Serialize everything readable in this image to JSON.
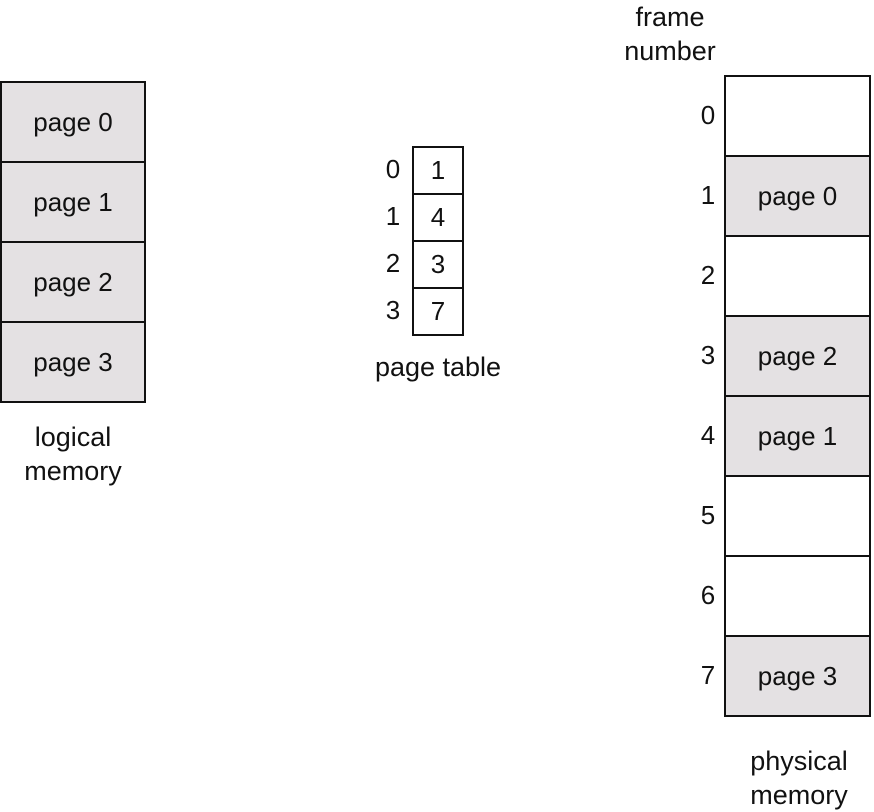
{
  "logical_memory": {
    "pages": [
      "page 0",
      "page 1",
      "page 2",
      "page 3"
    ],
    "caption_line1": "logical",
    "caption_line2": "memory"
  },
  "page_table": {
    "rows": [
      {
        "index": "0",
        "frame": "1"
      },
      {
        "index": "1",
        "frame": "4"
      },
      {
        "index": "2",
        "frame": "3"
      },
      {
        "index": "3",
        "frame": "7"
      }
    ],
    "caption": "page table"
  },
  "physical_memory": {
    "frame_header_line1": "frame",
    "frame_header_line2": "number",
    "frames": [
      {
        "number": "0",
        "content": ""
      },
      {
        "number": "1",
        "content": "page 0"
      },
      {
        "number": "2",
        "content": ""
      },
      {
        "number": "3",
        "content": "page 2"
      },
      {
        "number": "4",
        "content": "page 1"
      },
      {
        "number": "5",
        "content": ""
      },
      {
        "number": "6",
        "content": ""
      },
      {
        "number": "7",
        "content": "page 3"
      }
    ],
    "caption_line1": "physical",
    "caption_line2": "memory"
  },
  "colors": {
    "occupied_fill": "#e4e1e3",
    "empty_fill": "#ffffff",
    "stroke": "#111111"
  }
}
